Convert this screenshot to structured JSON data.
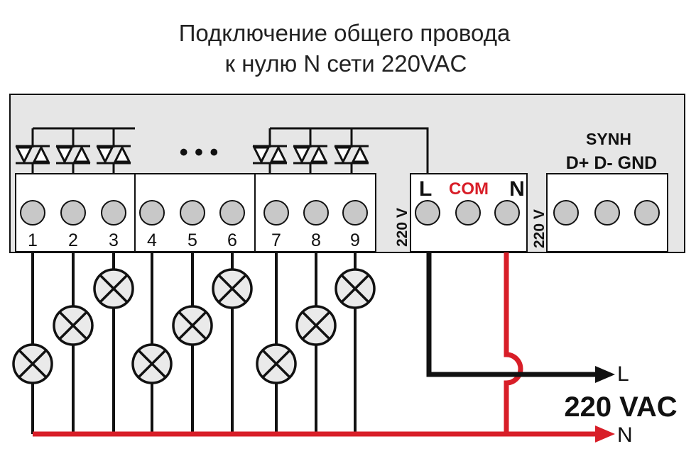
{
  "title": {
    "line1": "Подключение общего провода",
    "line2": "к  нулю N сети 220VAC"
  },
  "terminals": [
    "1",
    "2",
    "3",
    "4",
    "5",
    "6",
    "7",
    "8",
    "9"
  ],
  "ellipsis": "• • •",
  "power_block": {
    "label_l": "L",
    "label_com": "COM",
    "label_n": "N",
    "side_label": "220 V"
  },
  "synh_block": {
    "title": "SYNH",
    "pins": "D+ D- GND",
    "side_label": "220 V"
  },
  "mains": {
    "label_l": "L",
    "label_n": "N",
    "voltage": "220 VAC"
  },
  "colors": {
    "neutral_wire": "#d81e28",
    "com_label": "#d81e28",
    "panel_bg": "#e6e6e6"
  }
}
